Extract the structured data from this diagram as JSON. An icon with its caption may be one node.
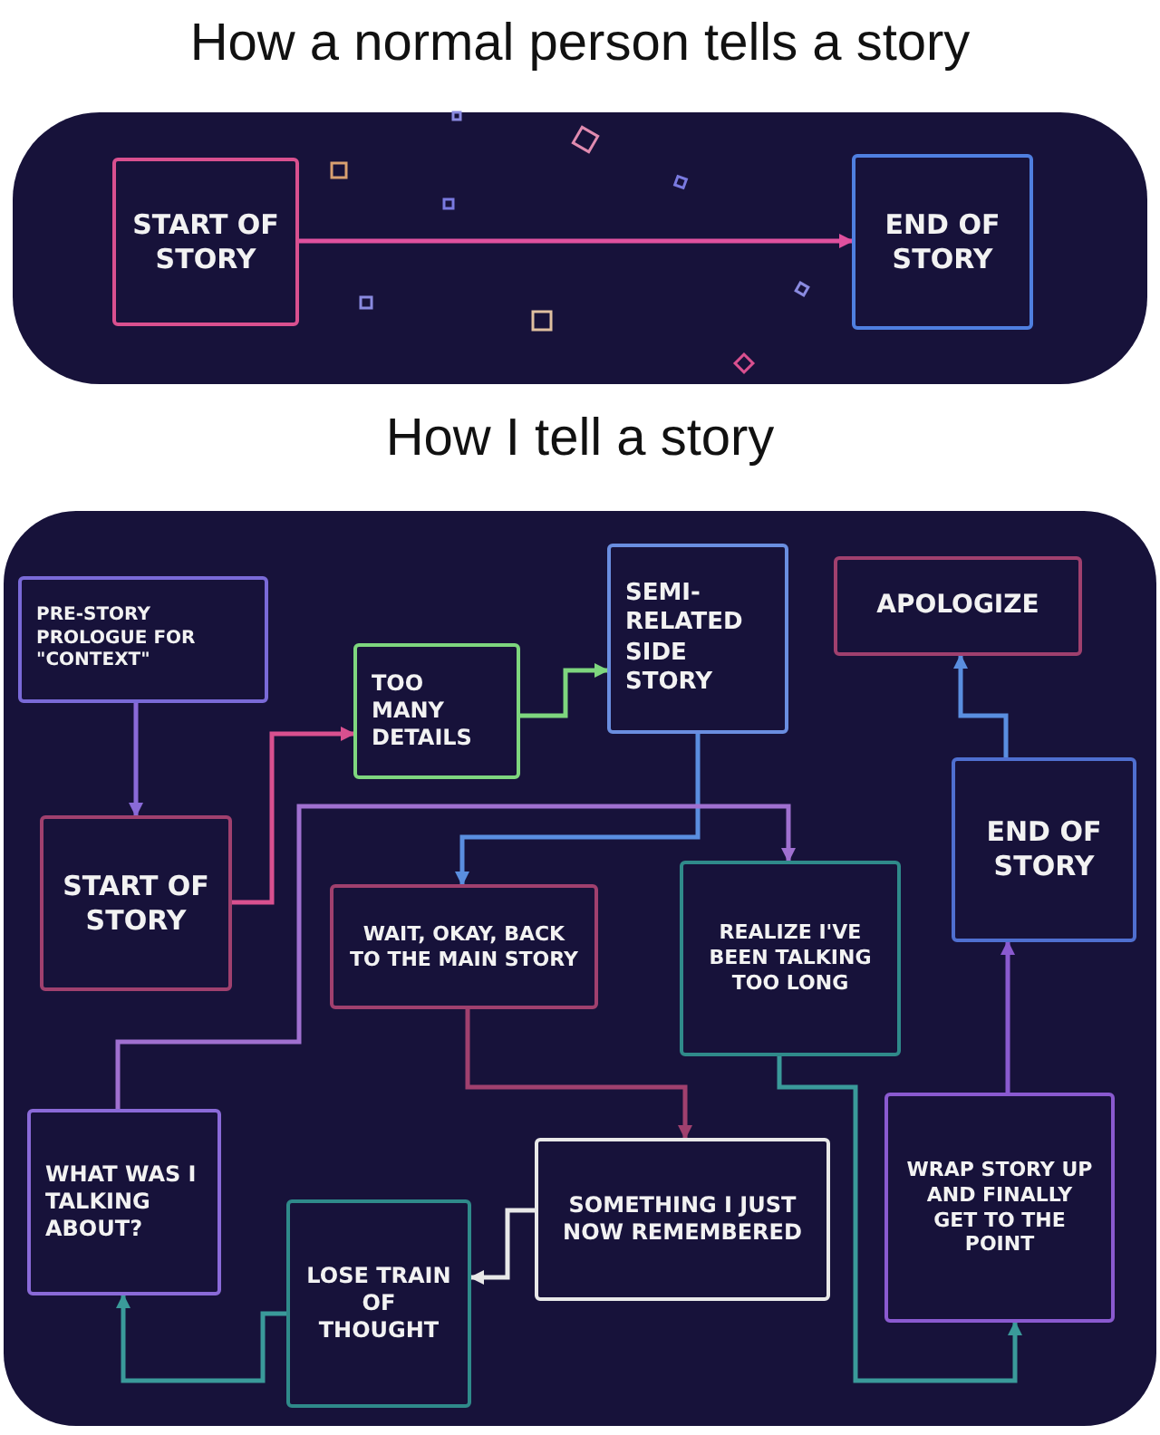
{
  "diagram": {
    "title": "How a normal person tells a story",
    "nodes": [
      {
        "text": [
          "START OF STORY"
        ]
      },
      {
        "text": [
          "END OF STORY"
        ]
      },
      {
        "text": [
          "PRE-STORY PROLOGUE FOR \"CONTEXT\""
        ]
      },
      {
        "text": [
          "TOO MANY DETAILS"
        ]
      },
      {
        "text": [
          "SEMI-RELATED SIDE STORY"
        ]
      },
      {
        "text": [
          "APOLOGIZE"
        ]
      },
      {
        "text": [
          "START OF STORY"
        ]
      },
      {
        "text": [
          "WAIT, OKAY, BACK TO THE MAIN STORY"
        ]
      },
      {
        "text": [
          "REALIZE I'VE BEEN TALKING TOO LONG"
        ]
      },
      {
        "text": [
          "END OF STORY"
        ]
      },
      {
        "text": [
          "WHAT WAS I TALKING ABOUT?"
        ]
      },
      {
        "text": [
          "SOMETHING I JUST NOW REMEMBERED"
        ]
      },
      {
        "text": [
          "WRAP STORY UP AND FINALLY GET TO THE POINT"
        ]
      },
      {
        "text": [
          "LOSE TRAIN OF THOUGHT"
        ]
      }
    ],
    "edges": [
      {
        "from": 0,
        "to": 1,
        "arrow": "to",
        "color": "#e0509e"
      },
      {
        "from": 2,
        "to": 6,
        "arrow": "to",
        "color": "#8a6ad8"
      },
      {
        "from": 6,
        "to": 3,
        "arrow": "to",
        "color": "#d9508f"
      },
      {
        "from": 3,
        "to": 4,
        "arrow": "to",
        "color": "#7ed67e"
      },
      {
        "from": 4,
        "to": 7,
        "arrow": "to",
        "color": "#5a8ee0"
      },
      {
        "from": 10,
        "to": 8,
        "arrow": "to",
        "color": "#a070d0"
      },
      {
        "from": 7,
        "to": 11,
        "arrow": "to",
        "color": "#a0406e"
      },
      {
        "from": 11,
        "to": 13,
        "arrow": "to",
        "color": "#e8e8e8"
      },
      {
        "from": 13,
        "to": 10,
        "arrow": "to",
        "color": "#3a9a9a"
      },
      {
        "from": 8,
        "to": 12,
        "arrow": "to",
        "color": "#3a9a9a"
      },
      {
        "from": 12,
        "to": 9,
        "arrow": "to",
        "color": "#8a5ad0"
      },
      {
        "from": 9,
        "to": 5,
        "arrow": "to",
        "color": "#5a8ee0"
      }
    ],
    "labels": [
      "How I tell a story"
    ]
  }
}
